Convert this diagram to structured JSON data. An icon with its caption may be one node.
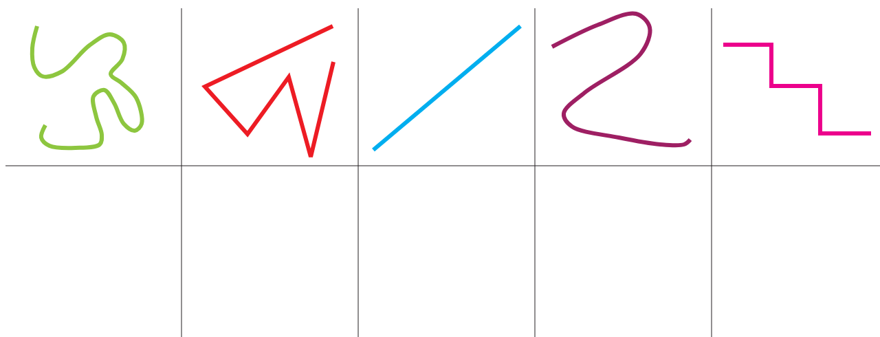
{
  "diagram": {
    "nodes": [
      {
        "text": [],
        "shape": "picture"
      },
      {
        "text": [],
        "shape": "picture"
      },
      {
        "text": [],
        "shape": "picture"
      },
      {
        "text": [],
        "shape": "picture"
      },
      {
        "text": [],
        "shape": "picture"
      }
    ]
  }
}
